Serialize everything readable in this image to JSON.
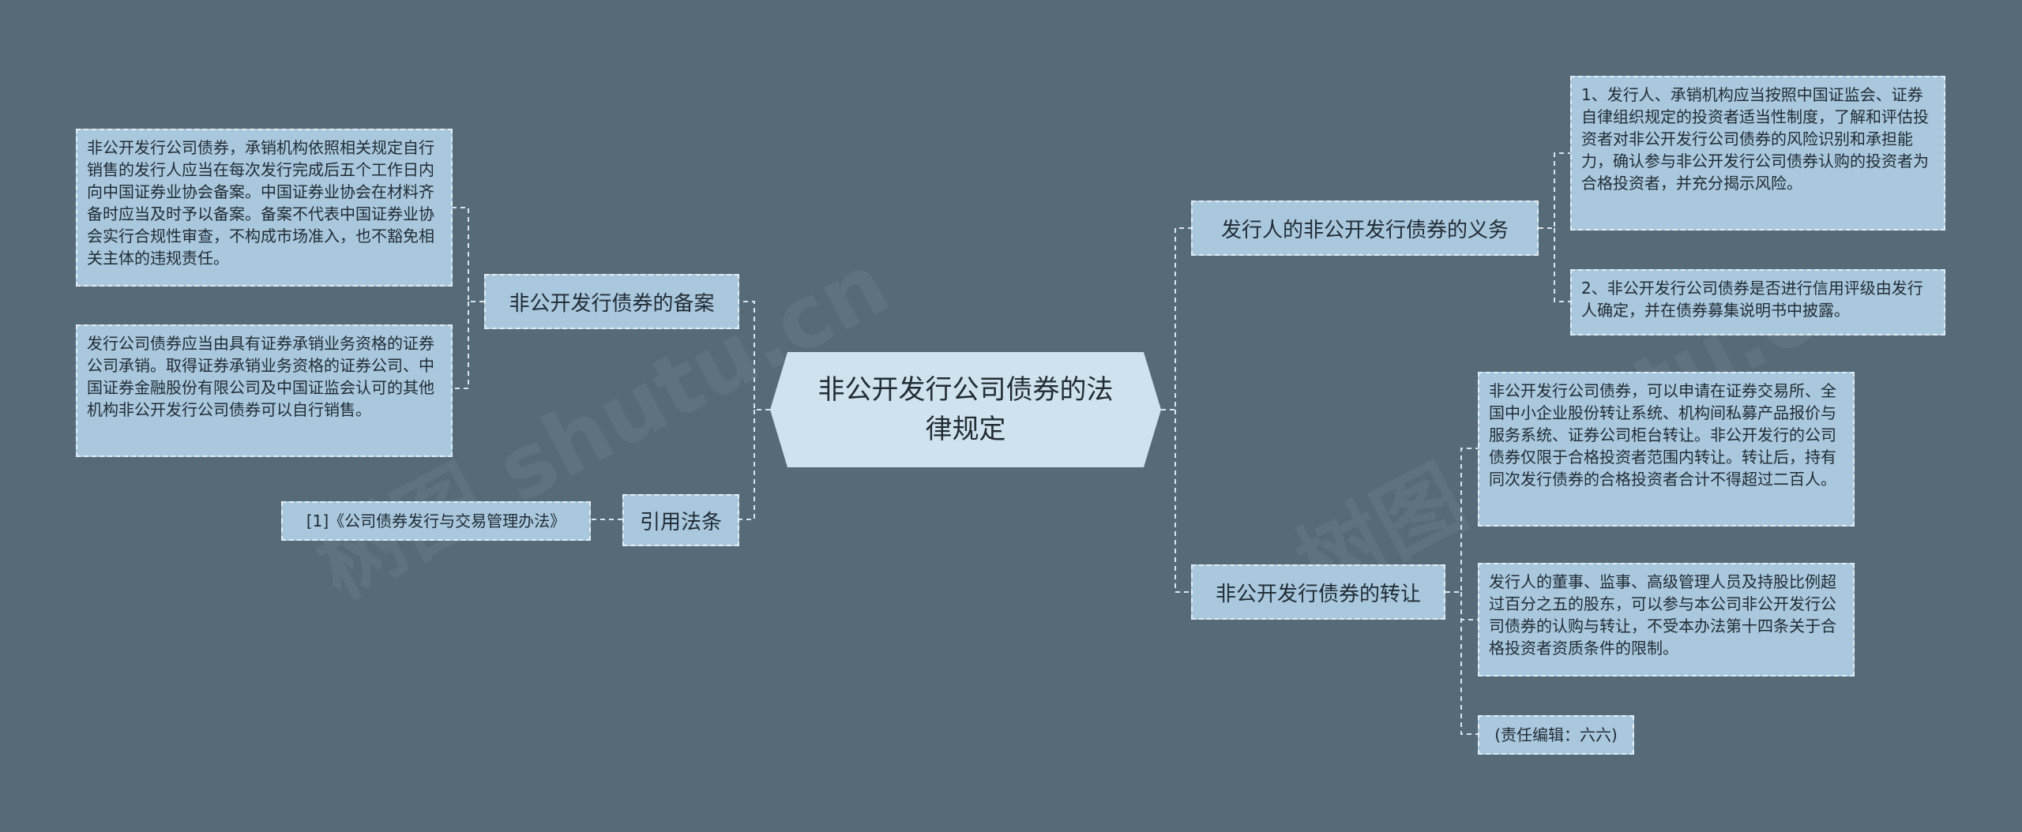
{
  "center": {
    "title": "非公开发行公司债券的法律规定"
  },
  "left": {
    "record": {
      "label": "非公开发行债券的备案",
      "leaves": [
        "非公开发行公司债券，承销机构依照相关规定自行销售的发行人应当在每次发行完成后五个工作日内向中国证券业协会备案。中国证券业协会在材料齐备时应当及时予以备案。备案不代表中国证券业协会实行合规性审查，不构成市场准入，也不豁免相关主体的违规责任。",
        "发行公司债券应当由具有证券承销业务资格的证券公司承销。取得证券承销业务资格的证券公司、中国证券金融股份有限公司及中国证监会认可的其他机构非公开发行公司债券可以自行销售。"
      ]
    },
    "cite": {
      "label": "引用法条",
      "leaves": [
        "[1]《公司债券发行与交易管理办法》"
      ]
    }
  },
  "right": {
    "duty": {
      "label": "发行人的非公开发行债券的义务",
      "leaves": [
        "1、发行人、承销机构应当按照中国证监会、证券自律组织规定的投资者适当性制度，了解和评估投资者对非公开发行公司债券的风险识别和承担能力，确认参与非公开发行公司债券认购的投资者为合格投资者，并充分揭示风险。",
        "2、非公开发行公司债券是否进行信用评级由发行人确定，并在债券募集说明书中披露。"
      ]
    },
    "transfer": {
      "label": "非公开发行债券的转让",
      "leaves": [
        "非公开发行公司债券，可以申请在证券交易所、全国中小企业股份转让系统、机构间私募产品报价与服务系统、证券公司柜台转让。非公开发行的公司债券仅限于合格投资者范围内转让。转让后，持有同次发行债券的合格投资者合计不得超过二百人。",
        "发行人的董事、监事、高级管理人员及持股比例超过百分之五的股东，可以参与本公司非公开发行公司债券的认购与转让，不受本办法第十四条关于合格投资者资质条件的限制。",
        "(责任编辑：六六)"
      ]
    }
  },
  "watermark": "树图 shutu.cn",
  "colors": {
    "background": "#566a78",
    "center_fill": "#cfe3ee",
    "node_fill": "#a9c8dd",
    "node_border": "#e4eef5",
    "line": "#d8e6ef",
    "text": "#222c35"
  }
}
